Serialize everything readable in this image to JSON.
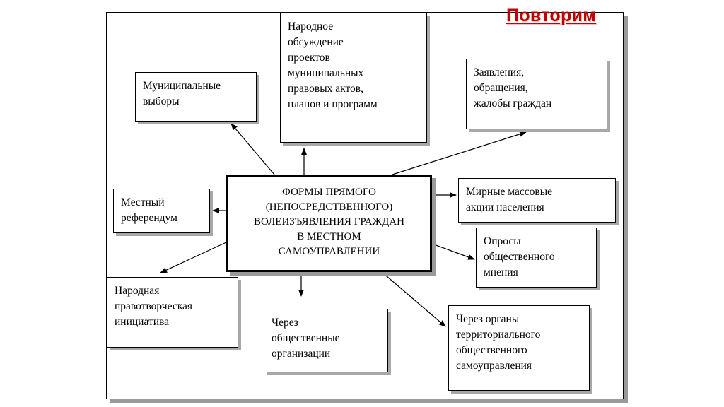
{
  "slide_title": "Повторим",
  "center": "ФОРМЫ ПРЯМОГО\n(НЕПОСРЕДСТВЕННОГО)\nВОЛЕИЗЪЯВЛЕНИЯ ГРАЖДАН\nВ МЕСТНОМ\nСАМОУПРАВЛЕНИИ",
  "forms": {
    "elections": "Муниципальные\nвыборы",
    "discussion": "Народное\nобсуждение\nпроектов\nмуниципальных\nправовых актов,\nпланов и программ",
    "appeals": "Заявления,\nобращения,\nжалобы граждан",
    "referendum": "Местный\nреферендум",
    "mass_actions": "Мирные массовые\nакции населения",
    "polls": "Опросы\nобщественного\nмнения",
    "initiative": "Народная\nправотворческая\nинициатива",
    "public_orgs": "Через\nобщественные\nорганизации",
    "territorial": "Через органы\nтерриториального\nобщественного\nсамоуправления"
  }
}
